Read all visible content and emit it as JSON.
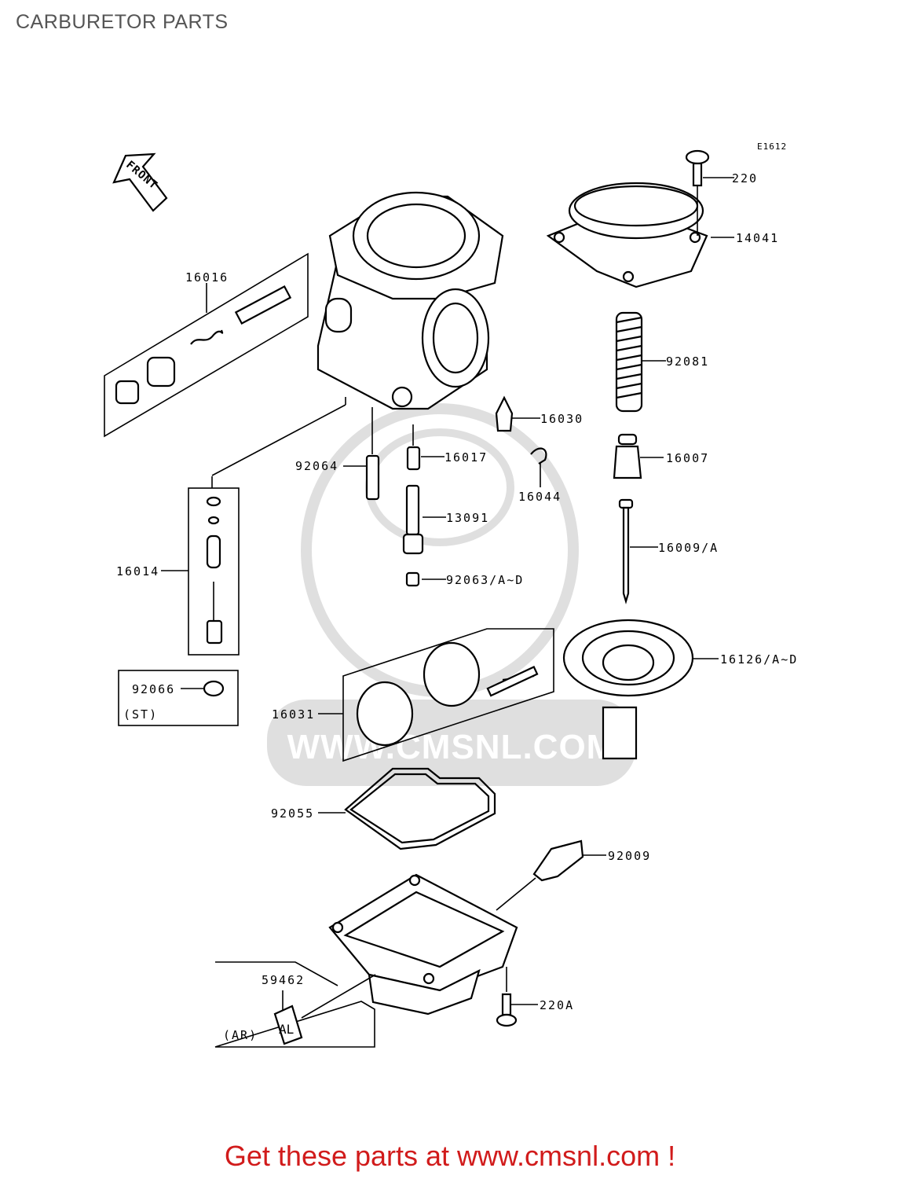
{
  "page_title": "CARBURETOR PARTS",
  "diagram_ref": "E1612",
  "front_label": "FRONT",
  "watermark": "WWW.CMSNL.COM",
  "parts": [
    {
      "id": "p220",
      "label": "220"
    },
    {
      "id": "p14041",
      "label": "14041"
    },
    {
      "id": "p16016",
      "label": "16016"
    },
    {
      "id": "p92081",
      "label": "92081"
    },
    {
      "id": "p16030",
      "label": "16030"
    },
    {
      "id": "p92064",
      "label": "92064"
    },
    {
      "id": "p16017",
      "label": "16017"
    },
    {
      "id": "p16007",
      "label": "16007"
    },
    {
      "id": "p16044",
      "label": "16044"
    },
    {
      "id": "p13091",
      "label": "13091"
    },
    {
      "id": "p16009",
      "label": "16009/A"
    },
    {
      "id": "p16014",
      "label": "16014"
    },
    {
      "id": "p92063",
      "label": "92063/A~D"
    },
    {
      "id": "p16126",
      "label": "16126/A~D"
    },
    {
      "id": "p92066",
      "label": "92066"
    },
    {
      "id": "p16031",
      "label": "16031"
    },
    {
      "id": "p92055",
      "label": "92055"
    },
    {
      "id": "p92009",
      "label": "92009"
    },
    {
      "id": "p59462",
      "label": "59462"
    },
    {
      "id": "p220A",
      "label": "220A"
    }
  ],
  "box_notes": {
    "st": "(ST)",
    "ar": "(AR)",
    "al_tag": "AL"
  },
  "cta": "Get these parts at www.cmsnl.com !"
}
